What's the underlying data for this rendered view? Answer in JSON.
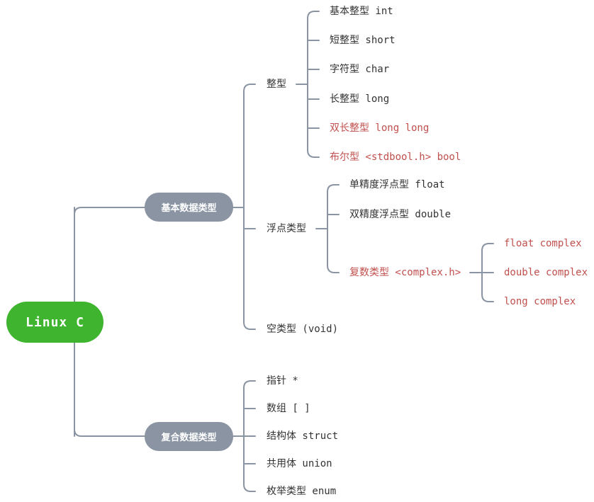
{
  "colors": {
    "line": "#8a94a3",
    "root": "#3fb42e",
    "hub": "#8a94a3",
    "text": "#333333",
    "highlight": "#c0504d"
  },
  "root": {
    "label": "Linux C"
  },
  "basic": {
    "label": "基本数据类型",
    "integer": {
      "label": "整型",
      "items": [
        {
          "label": "基本整型 int",
          "highlight": false
        },
        {
          "label": "短整型 short",
          "highlight": false
        },
        {
          "label": "字符型 char",
          "highlight": false
        },
        {
          "label": "长整型 long",
          "highlight": false
        },
        {
          "label": "双长整型 long long",
          "highlight": true
        },
        {
          "label": "布尔型 <stdbool.h> bool",
          "highlight": true
        }
      ]
    },
    "float": {
      "label": "浮点类型",
      "items": [
        {
          "label": "单精度浮点型 float",
          "highlight": false
        },
        {
          "label": "双精度浮点型 double",
          "highlight": false
        },
        {
          "label": "复数类型 <complex.h>",
          "highlight": true
        }
      ],
      "complex_items": [
        {
          "label": "float complex",
          "highlight": true
        },
        {
          "label": "double complex",
          "highlight": true
        },
        {
          "label": "long complex",
          "highlight": true
        }
      ]
    },
    "void": {
      "label": "空类型 (void)"
    }
  },
  "compound": {
    "label": "复合数据类型",
    "items": [
      {
        "label": "指针 *",
        "highlight": false
      },
      {
        "label": "数组 [ ]",
        "highlight": false
      },
      {
        "label": "结构体 struct",
        "highlight": false
      },
      {
        "label": "共用体 union",
        "highlight": false
      },
      {
        "label": "枚举类型 enum",
        "highlight": false
      }
    ]
  }
}
